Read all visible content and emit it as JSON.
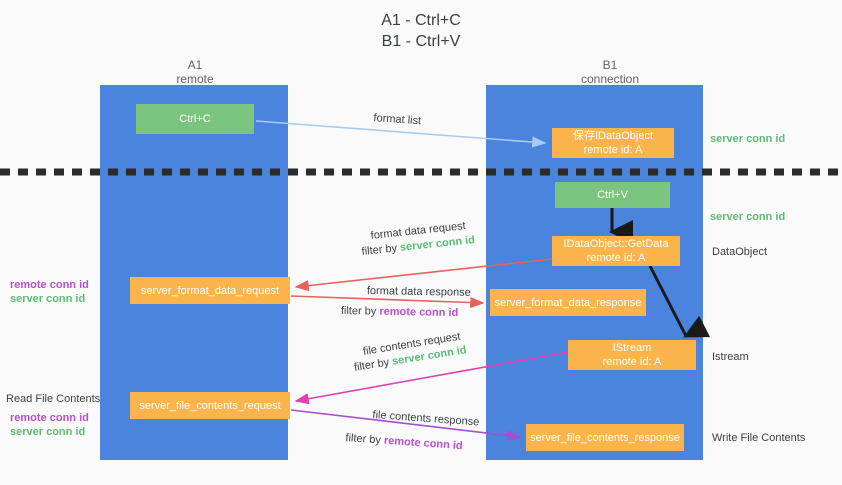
{
  "title": {
    "line1": "A1 - Ctrl+C",
    "line2": "B1 - Ctrl+V"
  },
  "lanes": [
    {
      "id": "a1",
      "name": "A1",
      "role": "remote"
    },
    {
      "id": "b1",
      "name": "B1",
      "role": "connection"
    }
  ],
  "nodes": {
    "ctrl_c": {
      "label": "Ctrl+C"
    },
    "idataobject_remote": {
      "line1": "保存IDataObject",
      "line2": "remote id: A"
    },
    "ctrl_v": {
      "label": "Ctrl+V"
    },
    "idataobject_getdata": {
      "line1": "IDataObject::GetData",
      "line2": "remote id: A"
    },
    "istream": {
      "line1": "IStream",
      "line2": "remote id: A"
    },
    "server_format_data_request": {
      "label": "server_format_data_request"
    },
    "server_format_data_response": {
      "label": "server_format_data_response"
    },
    "server_file_contents_request": {
      "label": "server_file_contents_request"
    },
    "server_file_contents_response": {
      "label": "server_file_contents_response"
    }
  },
  "edge_labels": {
    "format_list": "format list",
    "format_data_request": "format data request",
    "format_data_request_filter_prefix": "filter by ",
    "format_data_request_filter_value": "server conn id",
    "format_data_response": "format data response",
    "format_data_response_filter_prefix": "filter by ",
    "format_data_response_filter_value": "remote conn id",
    "file_contents_request": "file contents request",
    "file_contents_request_filter_prefix": "filter by ",
    "file_contents_request_filter_value": "server conn id",
    "file_contents_response": "file contents response",
    "file_contents_response_filter_prefix": "filter by ",
    "file_contents_response_filter_value": "remote conn id"
  },
  "right_annotations": [
    {
      "id": "server-conn-id-top",
      "text": "server conn id"
    },
    {
      "id": "server-conn-id-second",
      "text": "server conn id"
    },
    {
      "id": "dataobject",
      "text": "DataObject"
    },
    {
      "id": "istream",
      "text": "Istream"
    },
    {
      "id": "write-file-contents",
      "text": "Write File Contents"
    }
  ],
  "left_annotations": {
    "mid_remote": "remote conn id",
    "mid_server": "server conn id",
    "read_file_contents": "Read File Contents",
    "bottom_remote": "remote conn id",
    "bottom_server": "server conn id"
  },
  "colors": {
    "lane_blue": "#4a84dc",
    "node_green": "#7ac47f",
    "node_orange": "#fbb44c",
    "accent_green_text": "#5bbd72",
    "accent_purple_text": "#b84fd0",
    "arrow_light_blue": "#a8cdf0",
    "arrow_red": "#e8625c",
    "arrow_magenta": "#e040b0",
    "arrow_purple": "#a24fd0",
    "arrow_black": "#1a1a1a",
    "background": "#fafafa"
  }
}
